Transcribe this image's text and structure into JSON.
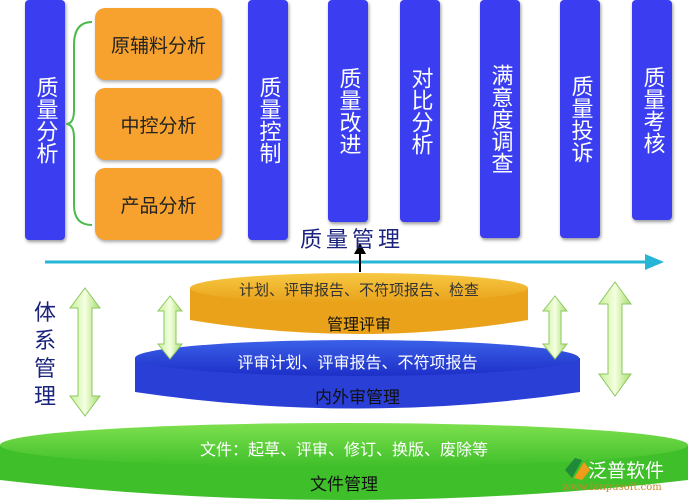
{
  "top": {
    "analysis": "质量分析",
    "sub_items": [
      "原辅料分析",
      "中控分析",
      "产品分析"
    ],
    "bars": [
      "质量控制",
      "质量改进",
      "对比分析",
      "满意度调查",
      "质量投诉",
      "质量考核"
    ],
    "axis_label": "质量管理"
  },
  "system": {
    "label": "体系管理",
    "layers": [
      {
        "top": "计划、评审报告、不符项报告、检查",
        "bottom": "管理评审"
      },
      {
        "top": "评审计划、评审报告、不符项报告",
        "bottom": "内外审管理"
      },
      {
        "top": "文件：起草、评审、修订、换版、废除等",
        "bottom": "文件管理"
      }
    ]
  },
  "logo": {
    "name": "泛普软件",
    "url": "www.fanpusoft.com"
  },
  "colors": {
    "bar": "#3a3ef0",
    "orange": "#f7a22e",
    "arrow": "#27b5d6",
    "green": "#4cc832"
  }
}
